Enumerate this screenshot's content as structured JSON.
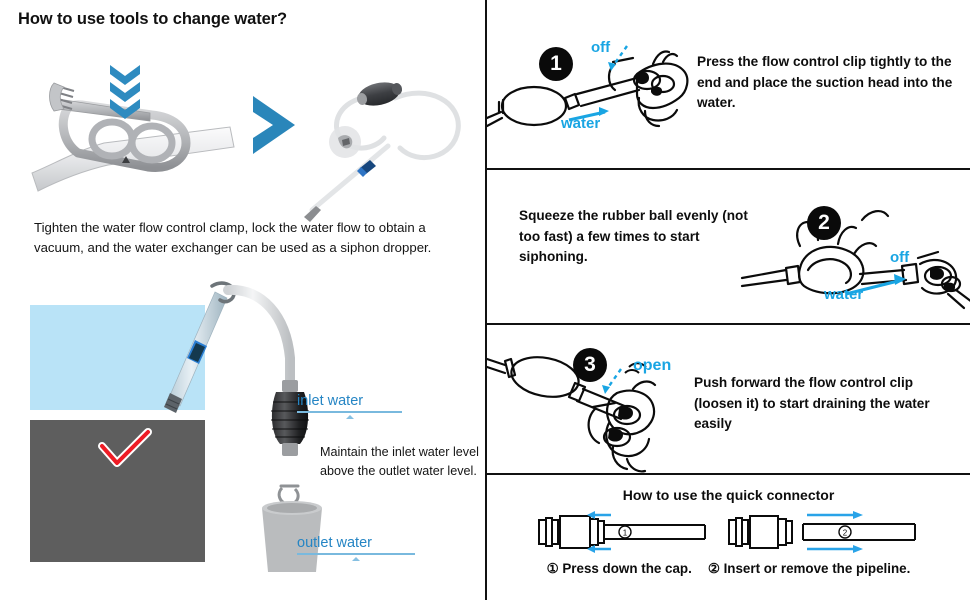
{
  "page": {
    "title": "How to use tools to change water?"
  },
  "left": {
    "clamp_figure": {
      "down_arrows_icon": "triple-chevron-down-icon",
      "transition_arrow_icon": "chevron-right-icon",
      "clamp_icon": "water-flow-control-clamp",
      "dropper_icon": "siphon-dropper-assembly"
    },
    "clamp_caption": "Tighten the water flow control clamp, lock the water flow to obtain a vacuum, and the water exchanger can be used as a siphon dropper.",
    "aquarium": {
      "water_color": "#b9e3f7",
      "substrate_color": "#5e5e5e",
      "check_icon": "red-check-mark-icon",
      "check_color": "#ee1c25",
      "inlet_label": "inlet water",
      "outlet_label": "outlet water",
      "label_color": "#2585c4",
      "maintain_caption": "Maintain the inlet water level above the outlet water level."
    }
  },
  "right": {
    "steps": [
      {
        "number": "1",
        "text": "Press the flow control clip tightly to the end and place the suction head into the water.",
        "cues": [
          "off",
          "water"
        ]
      },
      {
        "number": "2",
        "text": "Squeeze the rubber ball evenly (not too fast) a few times to start siphoning.",
        "cues": [
          "off",
          "water"
        ]
      },
      {
        "number": "3",
        "text": "Push forward the flow control clip (loosen it) to start draining the water easily",
        "cues": [
          "open"
        ]
      }
    ],
    "quick_connector": {
      "title": "How to use the quick connector",
      "caption_1": "① Press down the cap.",
      "caption_2": "② Insert or remove the pipeline.",
      "marker_1": "①",
      "marker_2": "②",
      "arrow_color": "#29a3e8"
    }
  },
  "colors": {
    "cue_blue": "#19a5e3",
    "accent_blue": "#2585c4",
    "chevron_blue": "#2e8bc0",
    "border_black": "#111111"
  }
}
